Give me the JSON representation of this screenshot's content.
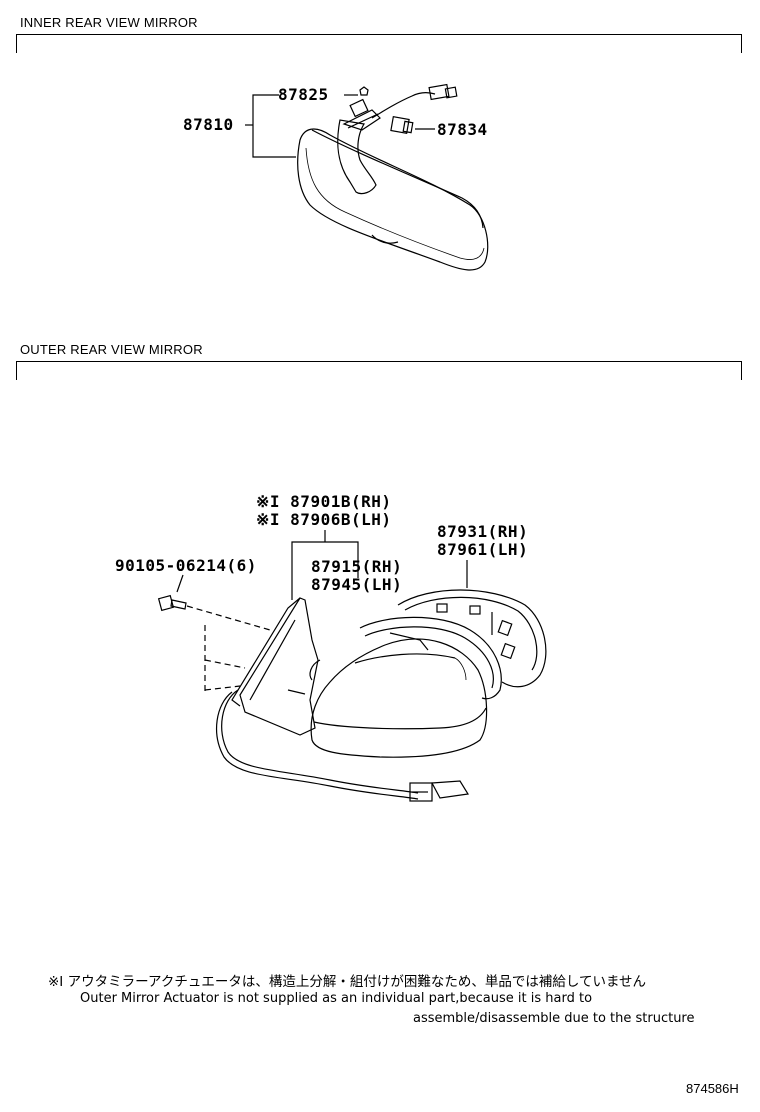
{
  "sections": {
    "inner": {
      "title": "INNER REAR VIEW MIRROR"
    },
    "outer": {
      "title": "OUTER REAR VIEW MIRROR"
    }
  },
  "parts": {
    "p87825": "87825",
    "p87810": "87810",
    "p87834": "87834",
    "p87901b": "※I 87901B(RH)",
    "p87906b": "※I 87906B(LH)",
    "p87931": "87931(RH)",
    "p87961": "87961(LH)",
    "p90105": "90105-06214(6)",
    "p87915": "87915(RH)",
    "p87945": "87945(LH)"
  },
  "notes": {
    "japanese": "※I アウタミラーアクチュエータは、構造上分解・組付けが困難なため、単品では補給していません",
    "english_line1": "Outer Mirror Actuator is not supplied as an individual part,because it is hard to",
    "english_line2": "assemble/disassemble due to the structure"
  },
  "diagram_code": "874586H"
}
